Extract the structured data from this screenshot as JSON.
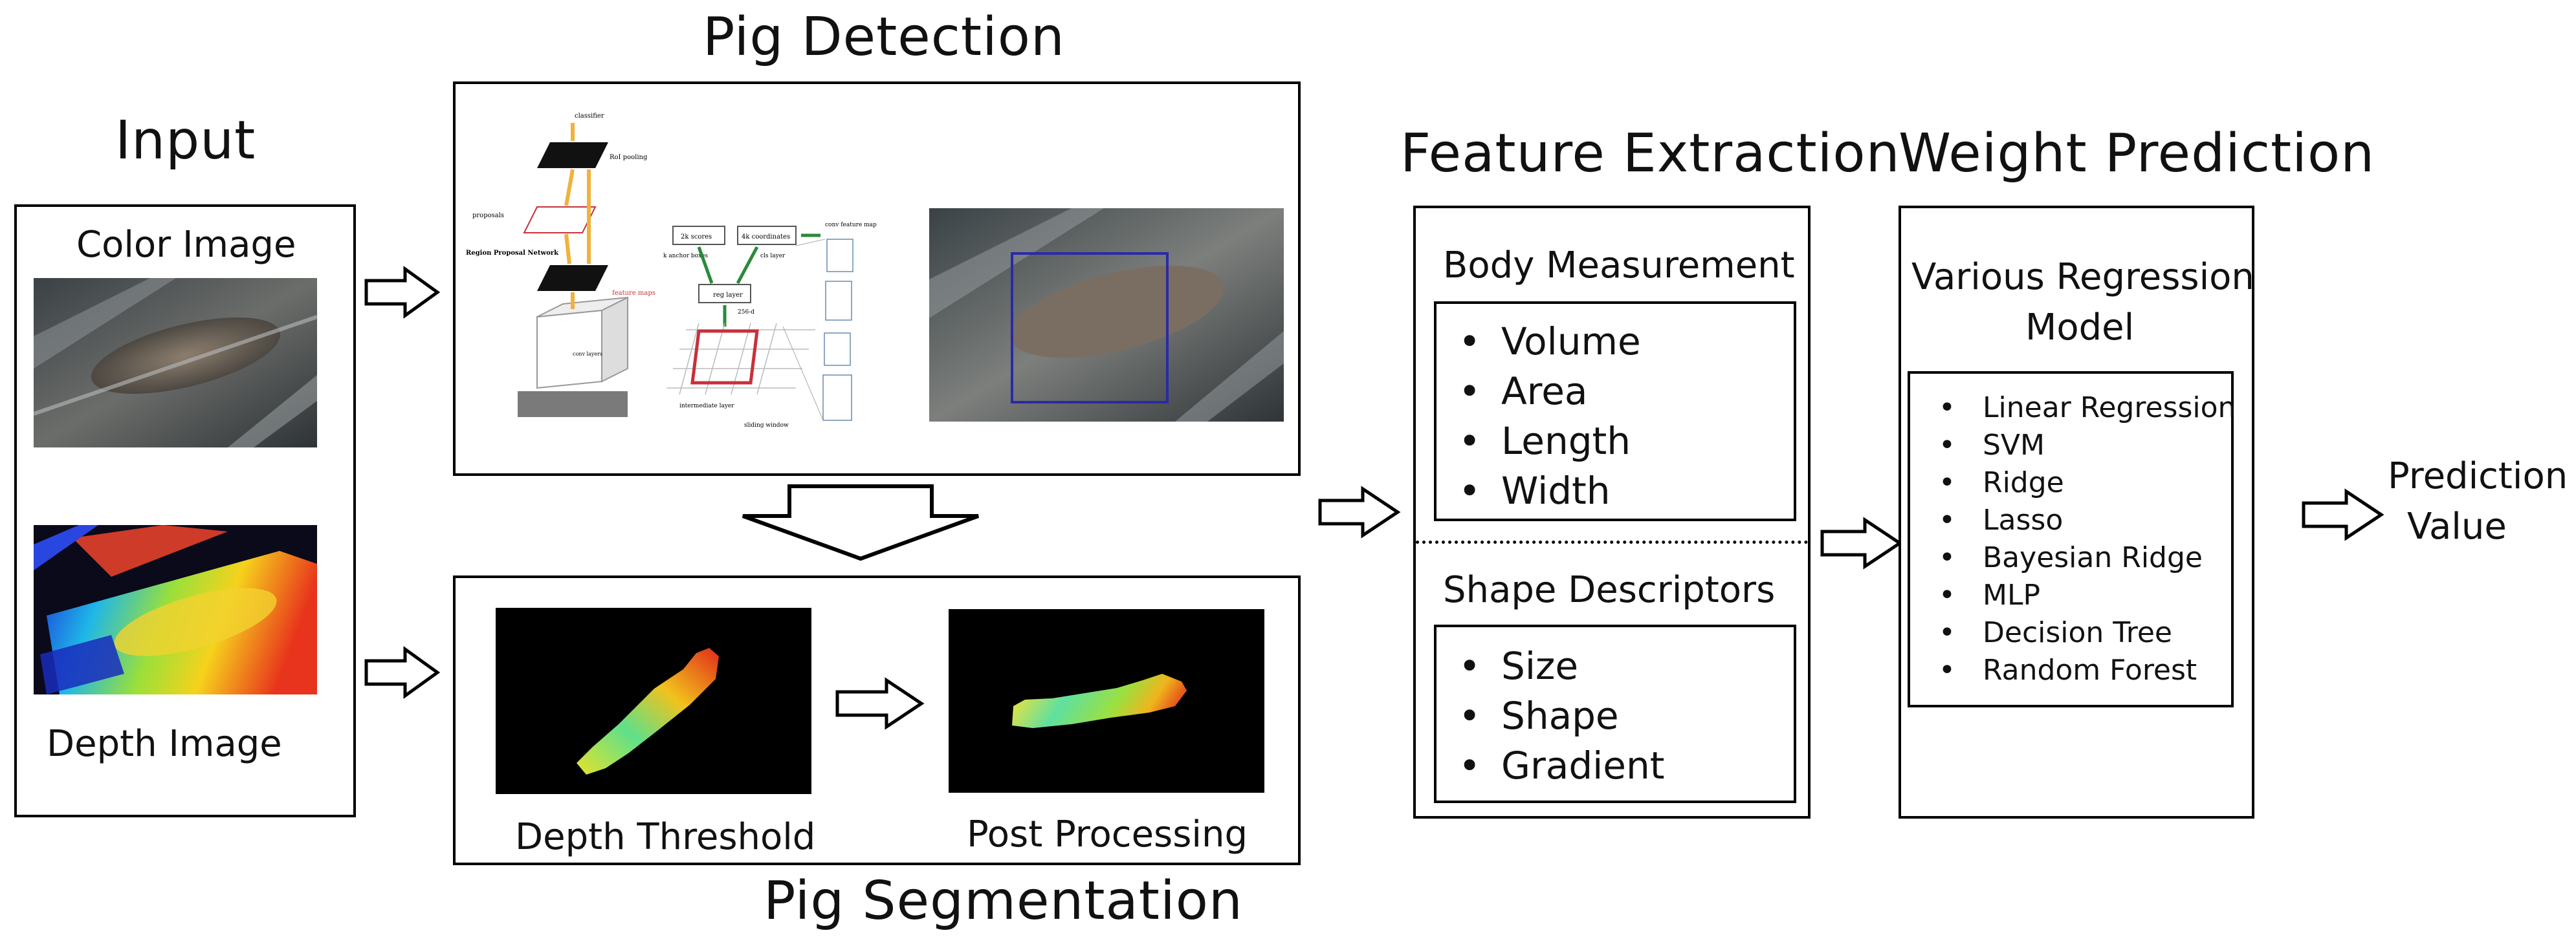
{
  "input": {
    "title": "Input",
    "color_label": "Color Image",
    "depth_label": "Depth Image"
  },
  "pig_detection": {
    "title": "Pig Detection",
    "diagram_texts": [
      "classifier",
      "RoI pooling",
      "proposals",
      "Region Proposal Network",
      "feature maps",
      "conv layers",
      "2k scores",
      "4k coordinates",
      "k anchor boxes",
      "cls layer",
      "reg layer",
      "256-d",
      "intermediate layer",
      "sliding window",
      "conv feature map"
    ]
  },
  "pig_segmentation": {
    "title": "Pig Segmentation",
    "threshold_label": "Depth Threshold",
    "post_label": "Post Processing"
  },
  "feature_extraction": {
    "title": "Feature Extraction",
    "body_heading": "Body Measurement",
    "body_items": [
      "Volume",
      "Area",
      "Length",
      "Width"
    ],
    "shape_heading": "Shape Descriptors",
    "shape_items": [
      "Size",
      "Shape",
      "Gradient"
    ]
  },
  "weight_prediction": {
    "title": "Weight Prediction",
    "heading_line1": "Various Regression",
    "heading_line2": "Model",
    "models": [
      "Linear Regression",
      "SVM",
      "Ridge",
      "Lasso",
      "Bayesian Ridge",
      "MLP",
      "Decision Tree",
      "Random Forest"
    ]
  },
  "output": {
    "line1": "Prediction",
    "line2": "Value"
  },
  "bullet": "•"
}
